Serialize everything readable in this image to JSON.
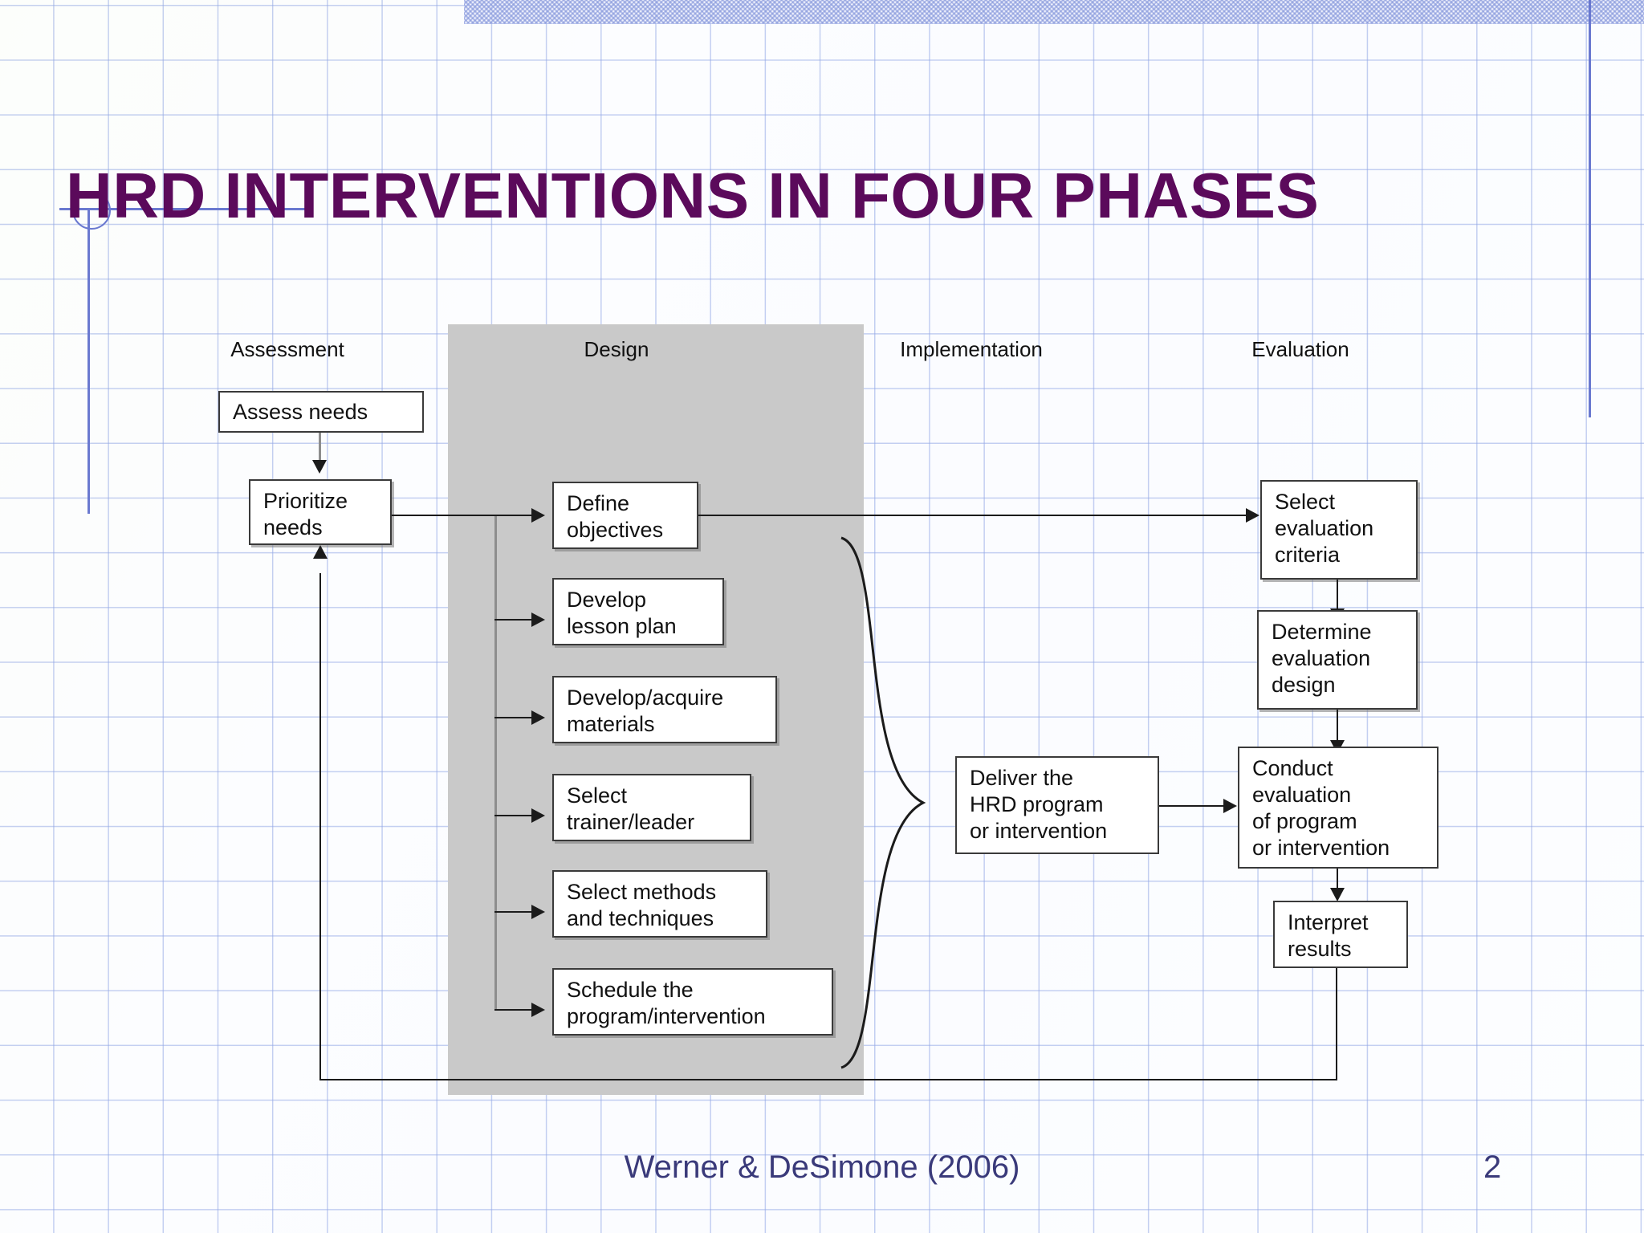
{
  "slide": {
    "title": "HRD INTERVENTIONS IN FOUR PHASES",
    "citation": "Werner & DeSimone (2006)",
    "page_number": "2",
    "title_color": "#5b0a5b",
    "footer_color": "#3a3a7a",
    "accent_rule_color": "#6a79d0",
    "design_band_color": "#c9c9c9"
  },
  "diagram": {
    "phases": [
      {
        "id": "assessment",
        "label": "Assessment"
      },
      {
        "id": "design",
        "label": "Design"
      },
      {
        "id": "implementation",
        "label": "Implementation"
      },
      {
        "id": "evaluation",
        "label": "Evaluation"
      }
    ],
    "nodes": {
      "assess_needs": "Assess needs",
      "prioritize_needs": "Prioritize\nneeds",
      "define_objectives": "Define\nobjectives",
      "develop_lesson": "Develop\nlesson plan",
      "develop_materials": "Develop/acquire\nmaterials",
      "select_trainer": "Select\ntrainer/leader",
      "select_methods": "Select methods\nand techniques",
      "schedule_program": "Schedule the\nprogram/intervention",
      "deliver_program": "Deliver the\nHRD program\nor intervention",
      "select_criteria": "Select\nevaluation\ncriteria",
      "determine_design": "Determine\nevaluation\ndesign",
      "conduct_evaluation": "Conduct\nevaluation\nof program\nor intervention",
      "interpret_results": "Interpret\nresults"
    }
  }
}
